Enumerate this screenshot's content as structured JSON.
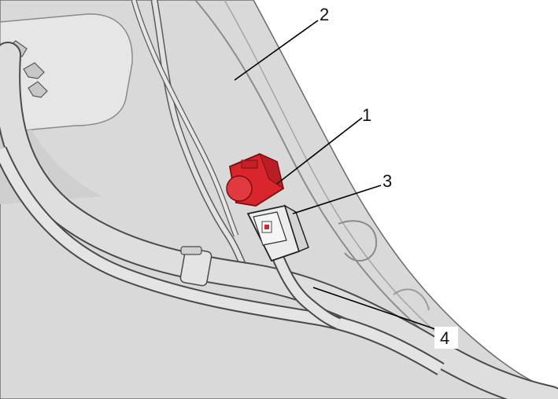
{
  "figure": {
    "callouts": [
      {
        "id": "1",
        "label": "1"
      },
      {
        "id": "2",
        "label": "2"
      },
      {
        "id": "3",
        "label": "3"
      },
      {
        "id": "4",
        "label": "4"
      }
    ]
  },
  "colors": {
    "background": "#ffffff",
    "panel": "#d9d9d9",
    "panel_light": "#e6e6e6",
    "panel_shadow": "#bdbdbd",
    "outline": "#5a5a5a",
    "harness": "#dcdcdc",
    "sensor_red": "#d8262c",
    "leader_line": "#000000"
  }
}
